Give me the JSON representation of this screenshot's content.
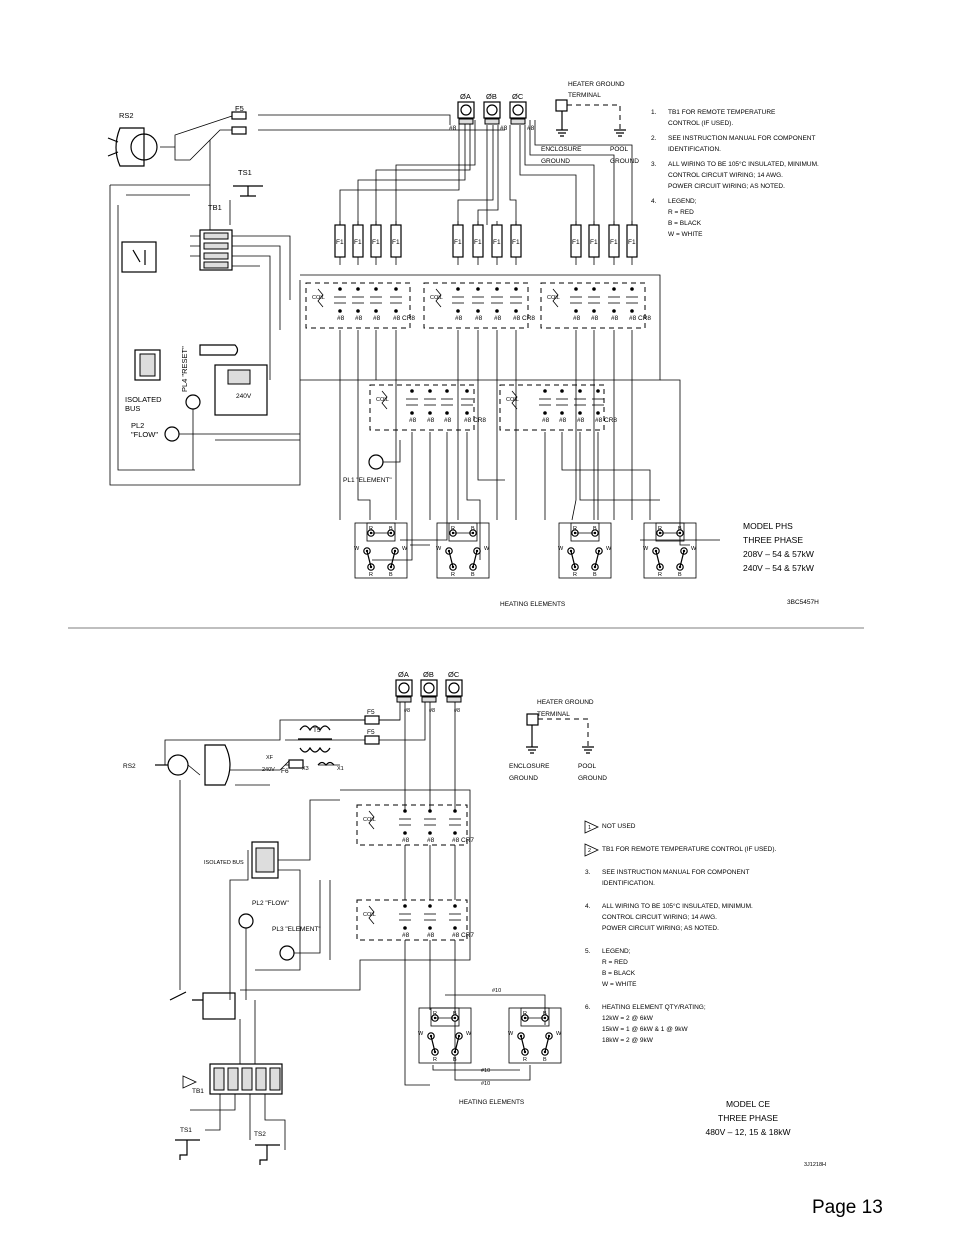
{
  "page": {
    "number_label": "Page 13"
  },
  "top": {
    "phases": [
      "ØA",
      "ØB",
      "ØC"
    ],
    "awg8": "#8",
    "heater_ground": [
      "HEATER GROUND",
      "TERMINAL"
    ],
    "enclosure_ground": [
      "ENCLOSURE",
      "GROUND"
    ],
    "pool_ground": [
      "POOL",
      "GROUND"
    ],
    "labels": {
      "rs2": "RS2",
      "f5": "F5",
      "ts1": "TS1",
      "tb1": "TB1",
      "fuse": "F1",
      "relay": "CR8",
      "pl4": "PL4 \"RESET\"",
      "pl2": [
        "PL2",
        "\"FLOW\""
      ],
      "pl1": "PL1 \"ELEMENT\"",
      "isolated_bus": [
        "ISOLATED",
        "BUS"
      ],
      "transformer_v": "240V",
      "coil": "COIL",
      "heating_elements": "HEATING ELEMENTS"
    },
    "notes": [
      {
        "num": "1.",
        "lines": [
          "TB1 FOR REMOTE TEMPERATURE",
          "CONTROL (IF USED)."
        ]
      },
      {
        "num": "2.",
        "lines": [
          "SEE INSTRUCTION MANUAL FOR COMPONENT",
          "IDENTIFICATION."
        ]
      },
      {
        "num": "3.",
        "lines": [
          "ALL WIRING TO BE 105°C INSULATED, MINIMUM.",
          "CONTROL CIRCUIT WIRING; 14 AWG.",
          "POWER CIRCUIT WIRING; AS NOTED."
        ]
      },
      {
        "num": "4.",
        "lines": [
          "LEGEND;",
          "R = RED",
          "B = BLACK",
          "W = WHITE"
        ]
      }
    ],
    "model": [
      "MODEL PHS",
      "THREE PHASE",
      "208V – 54 & 57kW",
      "240V – 54 & 57kW"
    ],
    "drawing_number": "3BC5457H"
  },
  "bottom": {
    "phases": [
      "ØA",
      "ØB",
      "ØC"
    ],
    "awg8": "#8",
    "awg10": "#10",
    "heater_ground": [
      "HEATER GROUND",
      "TERMINAL"
    ],
    "enclosure_ground": [
      "ENCLOSURE",
      "GROUND"
    ],
    "pool_ground": [
      "POOL",
      "GROUND"
    ],
    "labels": {
      "rs2": "RS2",
      "f5": "F5",
      "f6": "F6",
      "t5": "T5",
      "xf": "XF",
      "v240": "240V",
      "x3": "X3",
      "x1": "X1",
      "relay": "CR7",
      "isolated_bus": "ISOLATED BUS",
      "pl2": "PL2 \"FLOW\"",
      "pl3": "PL3 \"ELEMENT\"",
      "tb1": "TB1",
      "ts1": "TS1",
      "ts2": "TS2",
      "heating_elements": "HEATING ELEMENTS",
      "coil": "COIL"
    },
    "notes": [
      {
        "num": "1",
        "tri": true,
        "lines": [
          "NOT USED"
        ]
      },
      {
        "num": "2",
        "tri": true,
        "lines": [
          "TB1 FOR REMOTE TEMPERATURE CONTROL (IF USED)."
        ]
      },
      {
        "num": "3.",
        "lines": [
          "SEE INSTRUCTION MANUAL FOR COMPONENT",
          "IDENTIFICATION."
        ]
      },
      {
        "num": "4.",
        "lines": [
          "ALL WIRING TO BE 105°C INSULATED, MINIMUM.",
          "CONTROL CIRCUIT WIRING; 14 AWG.",
          "POWER CIRCUIT WIRING; AS NOTED."
        ]
      },
      {
        "num": "5.",
        "lines": [
          "LEGEND;",
          "R = RED",
          "B = BLACK",
          "W = WHITE"
        ]
      },
      {
        "num": "6.",
        "lines": [
          "HEATING ELEMENT QTY/RATING;",
          "12kW = 2 @ 6kW",
          "15kW = 1 @ 6kW & 1 @ 9kW",
          "18kW = 2 @ 9kW"
        ]
      }
    ],
    "model": [
      "MODEL CE",
      "THREE PHASE",
      "480V – 12, 15 & 18kW"
    ],
    "drawing_number": "3J1218H"
  }
}
